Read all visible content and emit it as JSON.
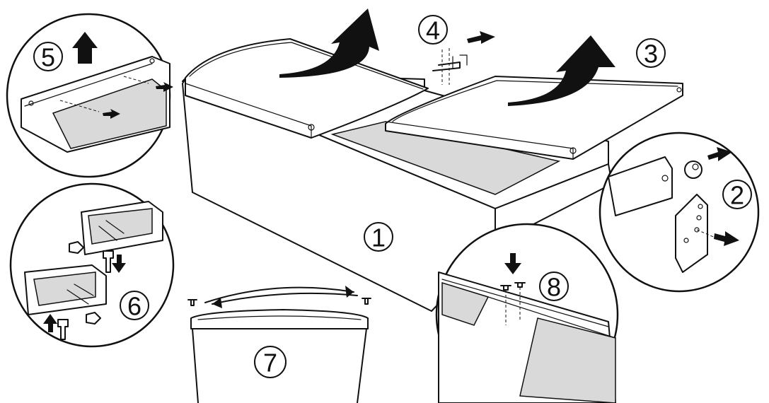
{
  "steps": {
    "s1": "1",
    "s2": "2",
    "s3": "3",
    "s4": "4",
    "s5": "5",
    "s6": "6",
    "s7": "7",
    "s8": "8"
  },
  "colors": {
    "ink": "#111111",
    "recess_grey": "#d9d9d9",
    "background": "#ffffff"
  },
  "icons": [
    "arrow-right-icon",
    "arrow-up-icon",
    "arrow-down-icon",
    "curved-double-arrow-icon",
    "screw-icon",
    "nut-icon",
    "hinge-plate-icon",
    "bracket-icon"
  ]
}
